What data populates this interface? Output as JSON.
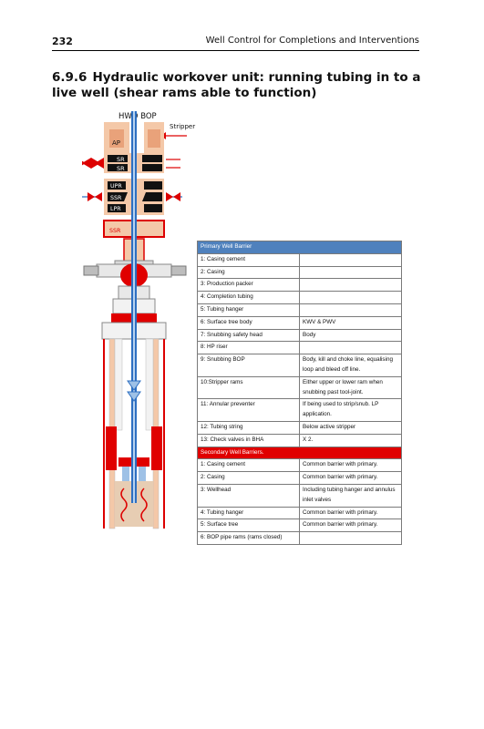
{
  "header": {
    "page_number": "232",
    "running_head": "Well Control for Completions and Interventions"
  },
  "section": {
    "number": "6.9.6",
    "title": "Hydraulic workover unit: running tubing in to a live well (shear rams able to function)"
  },
  "figure": {
    "labels": {
      "bop": "HWO BOP",
      "stripper": "Stripper",
      "ap": "AP",
      "sr1": "SR",
      "sr2": "SR",
      "upr": "UPR",
      "ssr": "SSR",
      "lpr": "LPR",
      "ssr2": "SSR"
    },
    "colors": {
      "barrier_primary": "#4f81bd",
      "barrier_secondary": "#e00000",
      "bop_body": "#f4c8a8",
      "tubing": "#2d6fc1"
    }
  },
  "table": {
    "primary_header": "Primary Well Barrier",
    "primary_rows": [
      {
        "element": "1: Casing cement",
        "comment": ""
      },
      {
        "element": "2: Casing",
        "comment": ""
      },
      {
        "element": "3: Production packer",
        "comment": ""
      },
      {
        "element": "4: Completion tubing",
        "comment": ""
      },
      {
        "element": "5: Tubing hanger",
        "comment": ""
      },
      {
        "element": "6: Surface tree body",
        "comment": "KWV & PWV"
      },
      {
        "element": "7: Snubbing safety head",
        "comment": "Body"
      },
      {
        "element": "8: HP riser",
        "comment": ""
      },
      {
        "element": "9: Snubbing BOP",
        "comment": "Body, kill and choke line, equalising loop and bleed off line."
      },
      {
        "element": "10:Stripper rams",
        "comment": "Either upper or lower ram when snubbing past tool-joint."
      },
      {
        "element": "11: Annular preventer",
        "comment": "If being used to strip/snub. LP application."
      },
      {
        "element": "12: Tubing string",
        "comment": "Below active stripper"
      },
      {
        "element": "13: Check valves in BHA",
        "comment": "X 2."
      }
    ],
    "secondary_header": "Secondary Well Barriers.",
    "secondary_rows": [
      {
        "element": "1: Casing cement",
        "comment": "Common barrier with primary."
      },
      {
        "element": "2: Casing",
        "comment": "Common barrier with primary."
      },
      {
        "element": "3: Wellhead",
        "comment": "Including tubing hanger and annulus inlet valves"
      },
      {
        "element": "4: Tubing hanger",
        "comment": "Common barrier with primary."
      },
      {
        "element": "5: Surface tree",
        "comment": "Common barrier with primary."
      },
      {
        "element": "6: BOP pipe rams (rams closed)",
        "comment": ""
      }
    ]
  }
}
